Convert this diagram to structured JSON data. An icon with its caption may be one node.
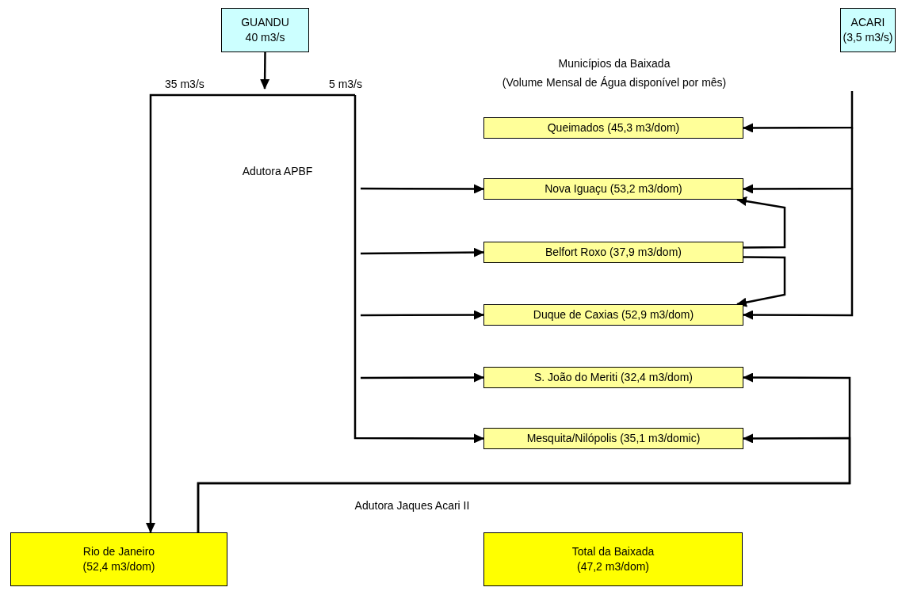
{
  "diagram": {
    "nodes": [
      {
        "text": [
          "GUANDU",
          "40 m3/s"
        ]
      },
      {
        "text": [
          "ACARI",
          "(3,5 m3/s)"
        ]
      },
      {
        "text": [
          "Queimados (45,3 m3/dom)"
        ]
      },
      {
        "text": [
          "Nova Iguaçu (53,2 m3/dom)"
        ]
      },
      {
        "text": [
          "Belfort Roxo (37,9 m3/dom)"
        ]
      },
      {
        "text": [
          "Duque de Caxias (52,9 m3/dom)"
        ]
      },
      {
        "text": [
          "S. João do Meriti (32,4 m3/dom)"
        ]
      },
      {
        "text": [
          "Mesquita/Nilópolis (35,1 m3/domic)"
        ]
      },
      {
        "text": [
          "Rio de Janeiro",
          "(52,4 m3/dom)"
        ]
      },
      {
        "text": [
          "Total da Baixada",
          "(47,2 m3/dom)"
        ]
      }
    ],
    "edges": [
      {
        "from": 0,
        "to": null,
        "arrow": "to"
      },
      {
        "from": null,
        "to": 8,
        "arrow": "to",
        "label": "35 m3/s"
      },
      {
        "from": null,
        "to": 7,
        "arrow": "to",
        "label": "5 m3/s"
      },
      {
        "from": null,
        "to": 3,
        "arrow": "to"
      },
      {
        "from": null,
        "to": 4,
        "arrow": "to"
      },
      {
        "from": null,
        "to": 5,
        "arrow": "to"
      },
      {
        "from": null,
        "to": 6,
        "arrow": "to"
      },
      {
        "from": null,
        "to": 2,
        "arrow": "to"
      },
      {
        "from": null,
        "to": 3,
        "arrow": "to"
      },
      {
        "from": null,
        "to": 5,
        "arrow": "to"
      },
      {
        "from": 4,
        "to": 3,
        "arrow": "to"
      },
      {
        "from": 4,
        "to": 5,
        "arrow": "to"
      },
      {
        "from": 8,
        "to": 6,
        "arrow": "to"
      },
      {
        "from": 8,
        "to": 7,
        "arrow": "to"
      }
    ],
    "labels": [
      "Municípios da Baixada",
      "(Volume Mensal de Água disponível por mês)",
      "Adutora APBF",
      "Adutora Jaques Acari II"
    ]
  }
}
